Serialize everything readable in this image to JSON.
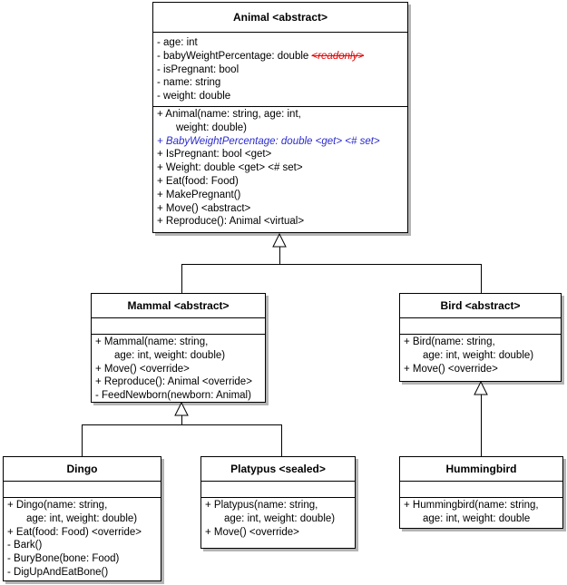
{
  "diagram": {
    "kind": "uml-class-diagram",
    "colors": {
      "box_border": "#000000",
      "box_shadow": "#b4b4b4",
      "readonly_red": "#e60000",
      "property_blue": "#2b2bcc"
    },
    "classes": {
      "animal": {
        "title": "Animal <abstract>",
        "attributes": [
          {
            "text": "- age: int"
          },
          {
            "text": "- babyWeightPercentage: double ",
            "suffix": "<readonly>"
          },
          {
            "text": "- isPregnant: bool"
          },
          {
            "text": "- name: string"
          },
          {
            "text": "- weight: double"
          }
        ],
        "methods": [
          {
            "text": "+ Animal(name: string, age: int,"
          },
          {
            "text": "weight: double)"
          },
          {
            "text": "+ BabyWeightPercentage: double <get> <# set>"
          },
          {
            "text": "+ IsPregnant: bool <get>"
          },
          {
            "text": "+ Weight: double <get> <# set>"
          },
          {
            "text": "+ Eat(food: Food)"
          },
          {
            "text": "+ MakePregnant()"
          },
          {
            "text": "+ Move() <abstract>"
          },
          {
            "text": "+ Reproduce(): Animal <virtual>"
          }
        ]
      },
      "mammal": {
        "title": "Mammal <abstract>",
        "attributes": [],
        "methods": [
          {
            "text": "+ Mammal(name: string,"
          },
          {
            "text": "age: int, weight: double)"
          },
          {
            "text": "+ Move() <override>"
          },
          {
            "text": "+ Reproduce(): Animal <override>"
          },
          {
            "text": "- FeedNewborn(newborn: Animal)"
          }
        ]
      },
      "bird": {
        "title": "Bird <abstract>",
        "attributes": [],
        "methods": [
          {
            "text": "+ Bird(name: string,"
          },
          {
            "text": "age: int, weight: double)"
          },
          {
            "text": "+ Move() <override>"
          }
        ]
      },
      "dingo": {
        "title": "Dingo",
        "attributes": [],
        "methods": [
          {
            "text": "+ Dingo(name: string,"
          },
          {
            "text": "age: int, weight: double)"
          },
          {
            "text": "+ Eat(food: Food) <override>"
          },
          {
            "text": "- Bark()"
          },
          {
            "text": "- BuryBone(bone: Food)"
          },
          {
            "text": "- DigUpAndEatBone()"
          }
        ]
      },
      "platypus": {
        "title": "Platypus <sealed>",
        "attributes": [],
        "methods": [
          {
            "text": "+ Platypus(name: string,"
          },
          {
            "text": "age: int, weight: double)"
          },
          {
            "text": "+ Move() <override>"
          }
        ]
      },
      "hummingbird": {
        "title": "Hummingbird",
        "attributes": [],
        "methods": [
          {
            "text": "+ Hummingbird(name: string,"
          },
          {
            "text": "age: int, weight: double"
          }
        ]
      }
    },
    "relationships": [
      {
        "type": "inheritance",
        "from": "Mammal",
        "to": "Animal"
      },
      {
        "type": "inheritance",
        "from": "Bird",
        "to": "Animal"
      },
      {
        "type": "inheritance",
        "from": "Dingo",
        "to": "Mammal"
      },
      {
        "type": "inheritance",
        "from": "Platypus",
        "to": "Mammal"
      },
      {
        "type": "inheritance",
        "from": "Hummingbird",
        "to": "Bird"
      }
    ]
  }
}
